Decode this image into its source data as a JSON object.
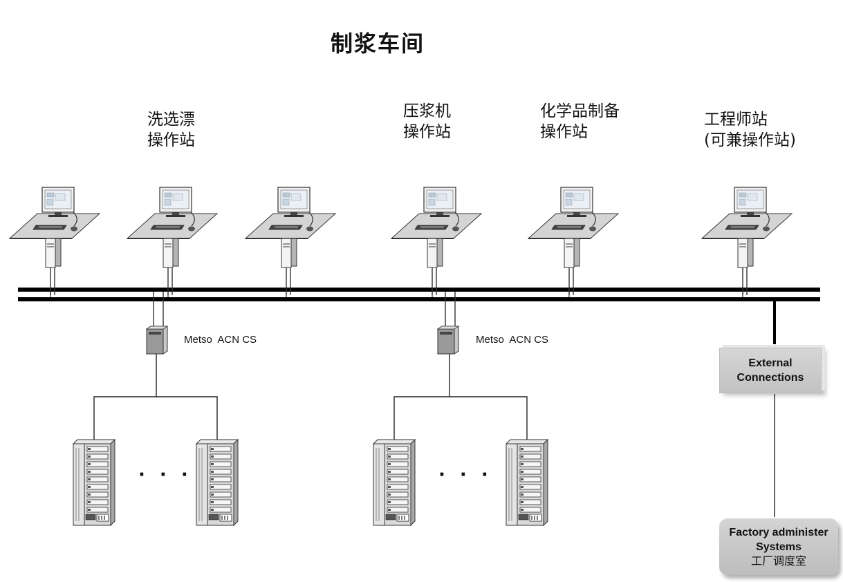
{
  "title": "制浆车间",
  "stations": {
    "washing": "洗选漂\n操作站",
    "press": "压浆机\n操作站",
    "chemical": "化学品制备\n操作站",
    "engineer": "工程师站\n(可兼操作站)"
  },
  "controllers": [
    {
      "label": "Metso  ACN CS"
    },
    {
      "label": "Metso  ACN CS"
    }
  ],
  "external_connections": "External\nConnections",
  "factory_systems": {
    "title": "Factory administer\nSystems",
    "subtitle": "工厂调度室"
  },
  "ellipsis": "· · ·",
  "icons": [
    "workstation-icon",
    "controller-icon",
    "io-cabinet-icon"
  ]
}
